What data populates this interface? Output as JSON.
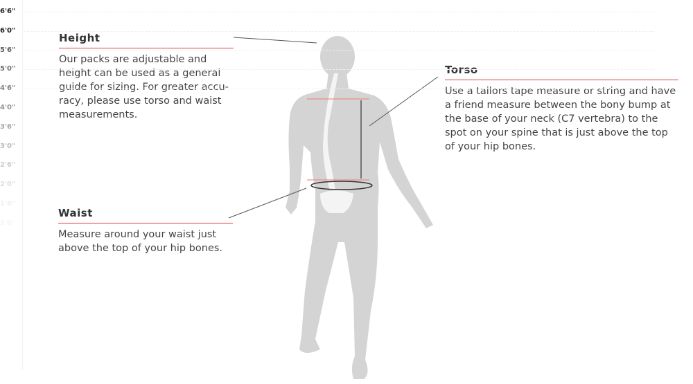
{
  "ruler": {
    "ticks": [
      "6'6\"",
      "6'0\"",
      "5'6\"",
      "5'0\"",
      "4'6\"",
      "4'0\"",
      "3'6\"",
      "3'0\"",
      "2'6\"",
      "2'0\"",
      "1'6\"",
      "1'0\""
    ]
  },
  "height": {
    "title": "Height",
    "text": "Our packs are adjustable and height can be used as a general guide for sizing. For greater accu-racy, please use torso and waist measurements."
  },
  "torso": {
    "title": "Torso",
    "text": "Use a tailors tape measure or string and have a friend measure between the bony bump at the base of your neck (C7 vertebra) to the spot on your spine that is just above the top of your hip bones."
  },
  "waist": {
    "title": "Waist",
    "text": "Measure around your waist just above the top of your hip bones."
  },
  "colors": {
    "accent": "#e33b3b",
    "figure": "#d4d4d4"
  }
}
